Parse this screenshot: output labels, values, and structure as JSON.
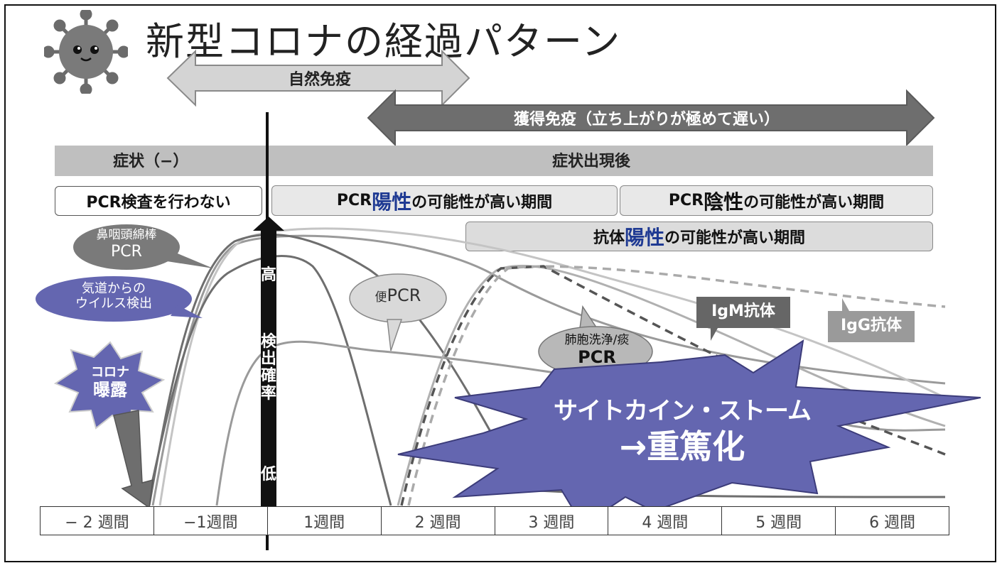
{
  "title": "新型コロナの経過パターン",
  "arrows": {
    "natural_immunity": "自然免疫",
    "acquired_immunity": "獲得免疫（立ち上がりが極めて遅い）"
  },
  "symptom_bar": {
    "before": "症状（−）",
    "after": "症状出現後"
  },
  "pcr_boxes": {
    "no_test": "PCR検査を行わない",
    "positive_prefix": "PCR",
    "positive_highlight": "陽性",
    "positive_suffix": "の可能性が高い期間",
    "negative_prefix": "PCR",
    "negative_highlight": "陰性",
    "negative_suffix": "の可能性が高い期間",
    "antibody_prefix": "抗体",
    "antibody_highlight": "陽性",
    "antibody_suffix": "の可能性が高い期間"
  },
  "bubbles": {
    "nasal_pcr_line1": "鼻咽頭綿棒",
    "nasal_pcr_line2": "PCR",
    "airway_line1": "気道からの",
    "airway_line2": "ウイルス検出",
    "stool_pcr_small": "便",
    "stool_pcr": "PCR",
    "lung_line1": "肺胞洗浄/痰",
    "lung_line2": "PCR",
    "igm": "IgM抗体",
    "igg": "IgG抗体",
    "exposure_line1": "コロナ",
    "exposure_line2": "曝露",
    "storm_line1": "サイトカイン・ストーム",
    "storm_line2": "→重篤化"
  },
  "detection_axis": {
    "high": "高",
    "label": [
      "検",
      "出",
      "確",
      "率"
    ],
    "low": "低"
  },
  "weeks": [
    "− 2 週間",
    "−1週間",
    "1週間",
    "2 週間",
    "3 週間",
    "4 週間",
    "5 週間",
    "6 週間"
  ],
  "colors": {
    "accent_blue": "#1f3a93",
    "storm_fill": "#6466b0",
    "airway_fill": "#6466b0",
    "gray_dark": "#6e6e6e",
    "gray_bar": "#bfbfbf"
  }
}
